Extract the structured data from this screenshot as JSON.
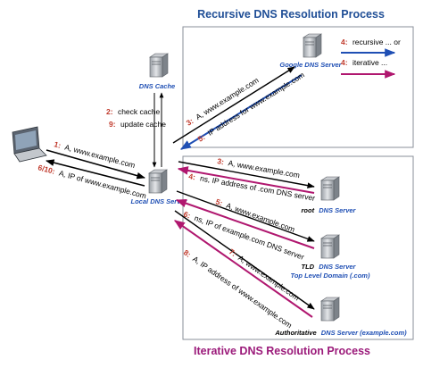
{
  "titles": {
    "recursive": "Recursive DNS Resolution Process",
    "iterative": "Iterative DNS Resolution Process"
  },
  "nodes": {
    "dns_cache": "DNS Cache",
    "local_dns": "Local DNS Server",
    "google_dns": "Google DNS Server",
    "root_prefix": "root",
    "root_dns": "DNS Server",
    "tld_prefix": "TLD",
    "tld_dns": "DNS Server",
    "tld_sub": "Top Level Domain (.com)",
    "auth_prefix": "Authoritative",
    "auth_dns": "DNS Server (example.com)"
  },
  "cache_steps": [
    {
      "num": "2:",
      "text": "check cache"
    },
    {
      "num": "9:",
      "text": "update cache"
    }
  ],
  "legend": [
    {
      "num": "4:",
      "text": "recursive ... or"
    },
    {
      "num": "4:",
      "text": "iterative ..."
    }
  ],
  "messages": {
    "client_query": {
      "num": "1:",
      "text": "A, www.example.com"
    },
    "client_answer": {
      "num": "6/10:",
      "text": "A, IP of www.example.com"
    },
    "recursive_query": {
      "num": "3:",
      "text": "A, www.example.com"
    },
    "recursive_answer": {
      "num": "5:",
      "text": "IP address for www.example.com"
    },
    "root_query": {
      "num": "3:",
      "text": "A, www.example.com"
    },
    "root_answer": {
      "num": "4:",
      "text": "ns, IP address of .com DNS server"
    },
    "tld_query": {
      "num": "5:",
      "text": "A, www.example.com"
    },
    "tld_answer": {
      "num": "6:",
      "text": "ns, IP of example.com DNS server"
    },
    "auth_query": {
      "num": "7:",
      "text": "A, www.example.com"
    },
    "auth_answer": {
      "num": "8:",
      "text": "A, IP address of www.example.com"
    }
  },
  "colors": {
    "title_recursive": "#1f4e96",
    "title_iterative": "#9b1a7a",
    "step_number": "#c0392b",
    "node_label": "#1f4fb4",
    "arrow_blue": "#1f4fb4",
    "arrow_magenta": "#b0176f",
    "arrow_black": "#000000",
    "box_border": "#8a8f9a"
  }
}
